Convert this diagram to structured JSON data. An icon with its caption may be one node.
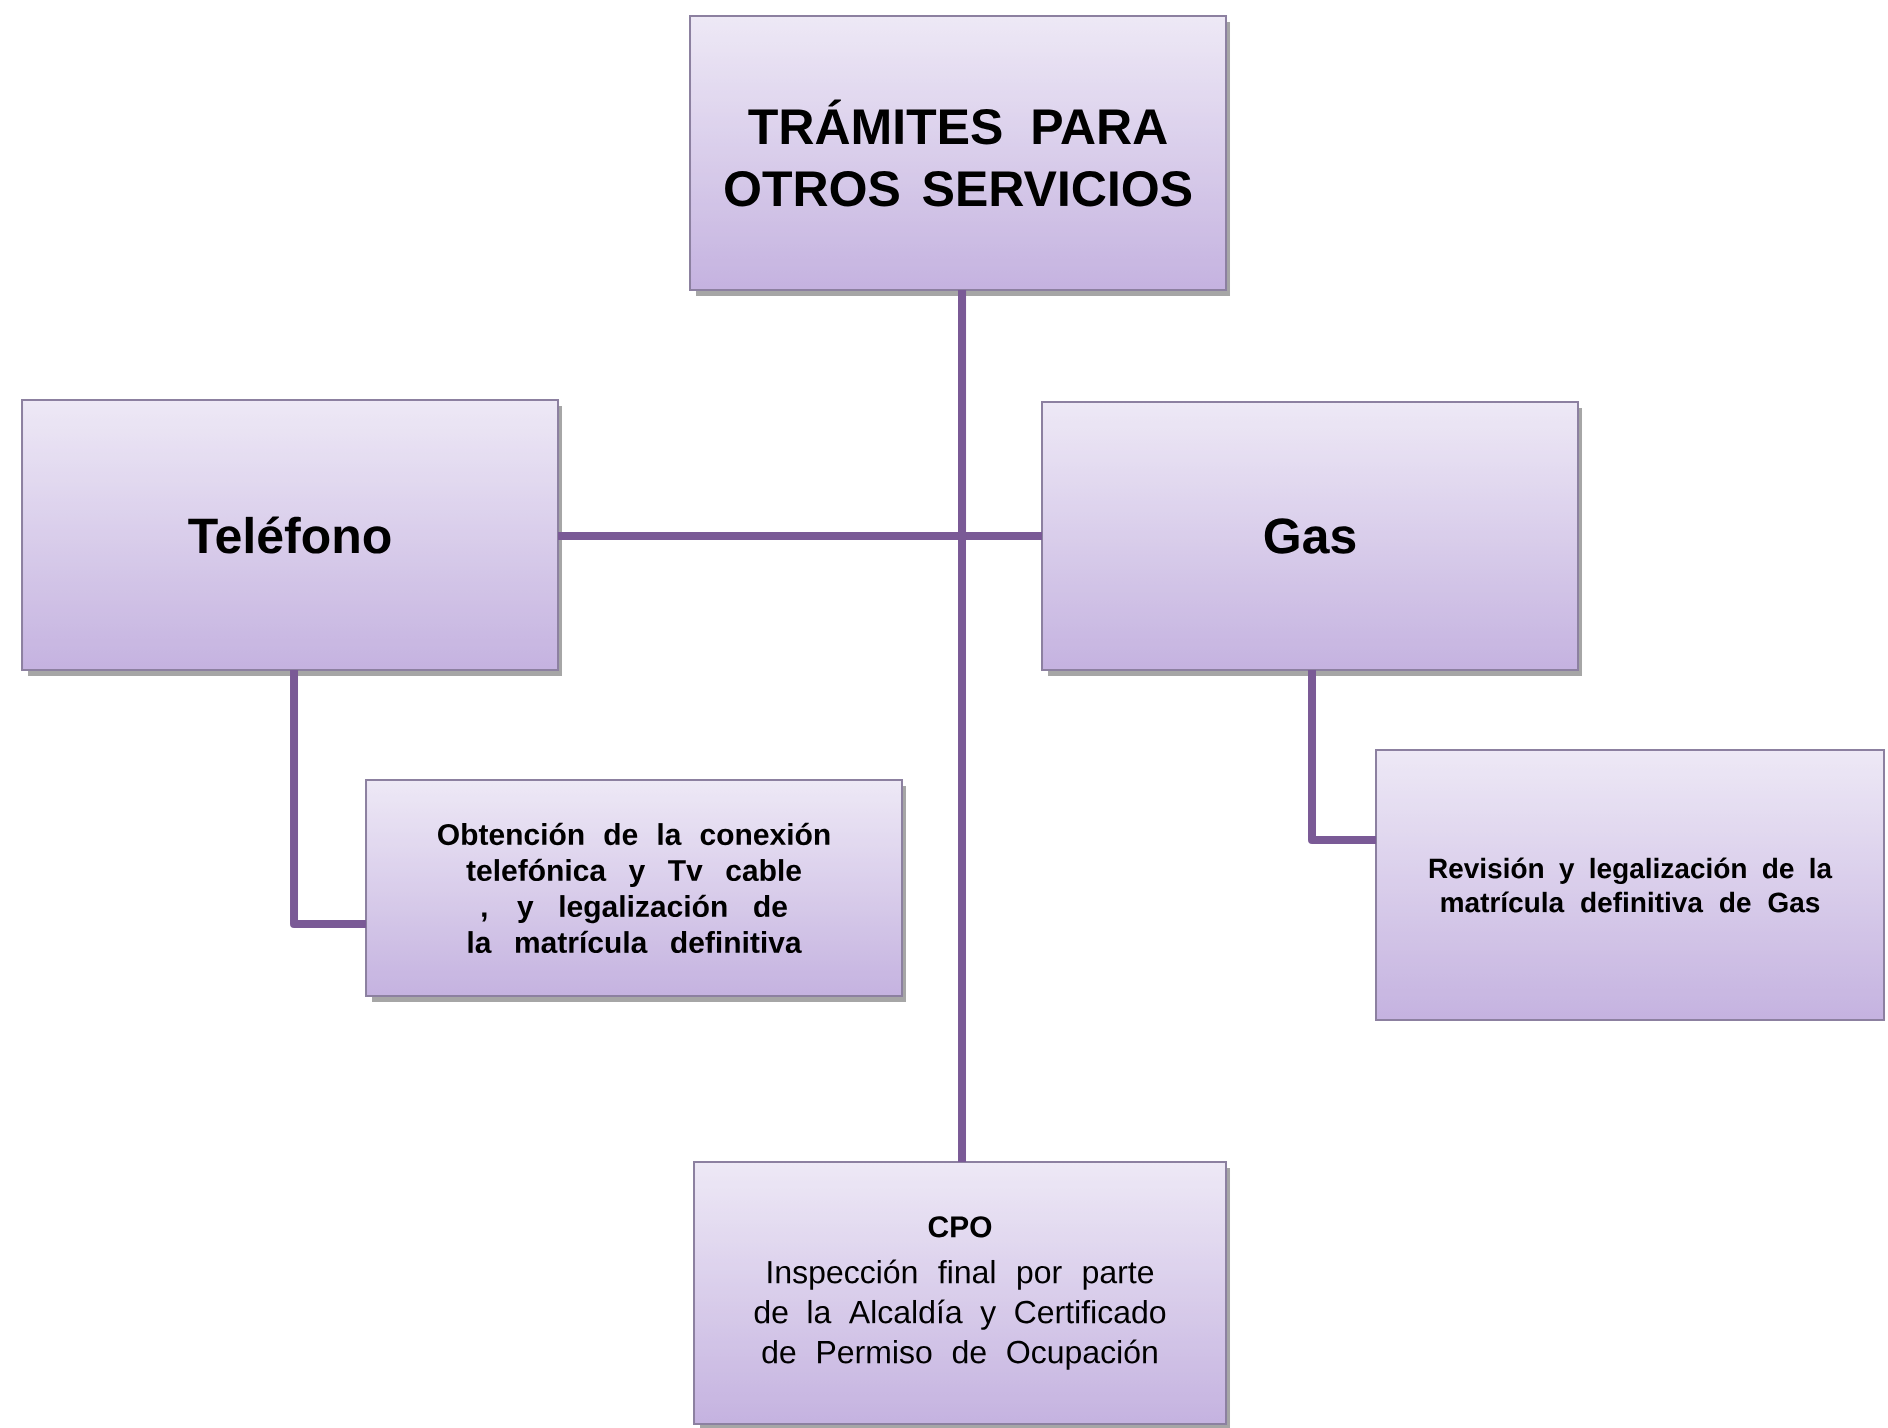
{
  "diagram": {
    "nodes": [
      {
        "text": [
          "TRÁMITES PARA OTROS SERVICIOS"
        ]
      },
      {
        "text": [
          "Teléfono"
        ]
      },
      {
        "text": [
          "Gas"
        ]
      },
      {
        "text": [
          "Obtención de la conexión telefónica y Tv cable , y legalización de la matrícula definitiva"
        ]
      },
      {
        "text": [
          "Revisión y legalización de la matrícula definitiva de Gas"
        ]
      },
      {
        "text": [
          "CPO",
          "Inspección final por parte de la Alcaldía y Certificado de Permiso de Ocupación"
        ]
      }
    ],
    "edges": [
      {
        "from": 0,
        "to": 1,
        "arrow": "none"
      },
      {
        "from": 0,
        "to": 2,
        "arrow": "none"
      },
      {
        "from": 0,
        "to": 5,
        "arrow": "none"
      },
      {
        "from": 1,
        "to": 3,
        "arrow": "none"
      },
      {
        "from": 2,
        "to": 4,
        "arrow": "none"
      }
    ]
  }
}
